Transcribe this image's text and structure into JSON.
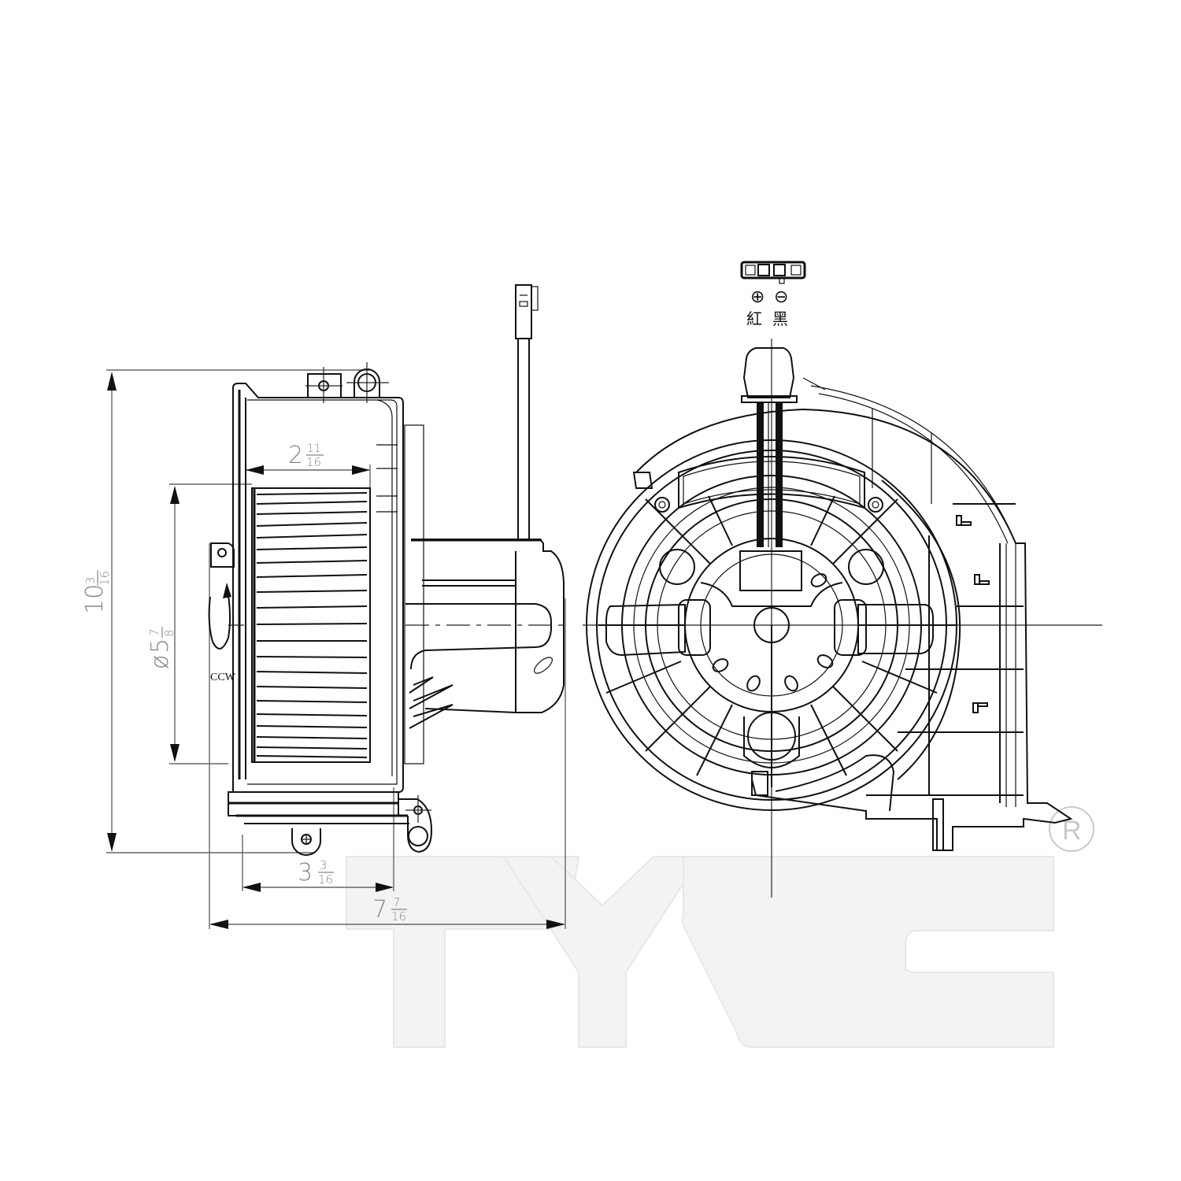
{
  "diagram": {
    "subject": "Blower motor assembly dimension drawing",
    "views": [
      "side view",
      "front view"
    ],
    "colors": {
      "line": "#111111",
      "dimension": "#888888",
      "watermark_fill": "#f3f3f3",
      "watermark_edge": "#e7e7e7",
      "registered_mark": "#c9c9c9"
    }
  },
  "dimensions": {
    "overall_height": {
      "whole": "10",
      "num": "3",
      "den": "16",
      "label": "10 3/16"
    },
    "wheel_diameter": {
      "symbol": "ø",
      "whole": "5",
      "num": "7",
      "den": "8",
      "label": "ø5 7/8"
    },
    "wheel_width": {
      "whole": "2",
      "num": "11",
      "den": "16",
      "label": "2 11/16"
    },
    "housing_depth": {
      "whole": "3",
      "num": "3",
      "den": "16",
      "label": "3 3/16"
    },
    "overall_depth": {
      "whole": "7",
      "num": "7",
      "den": "16",
      "label": "7 7/16"
    }
  },
  "rotation": {
    "direction": "CCW"
  },
  "connector": {
    "polarity": [
      "⊕",
      "⊖"
    ],
    "wire_colors": [
      "紅",
      "黑"
    ]
  },
  "watermark": {
    "brand": "TYC",
    "registered_symbol": "R"
  }
}
